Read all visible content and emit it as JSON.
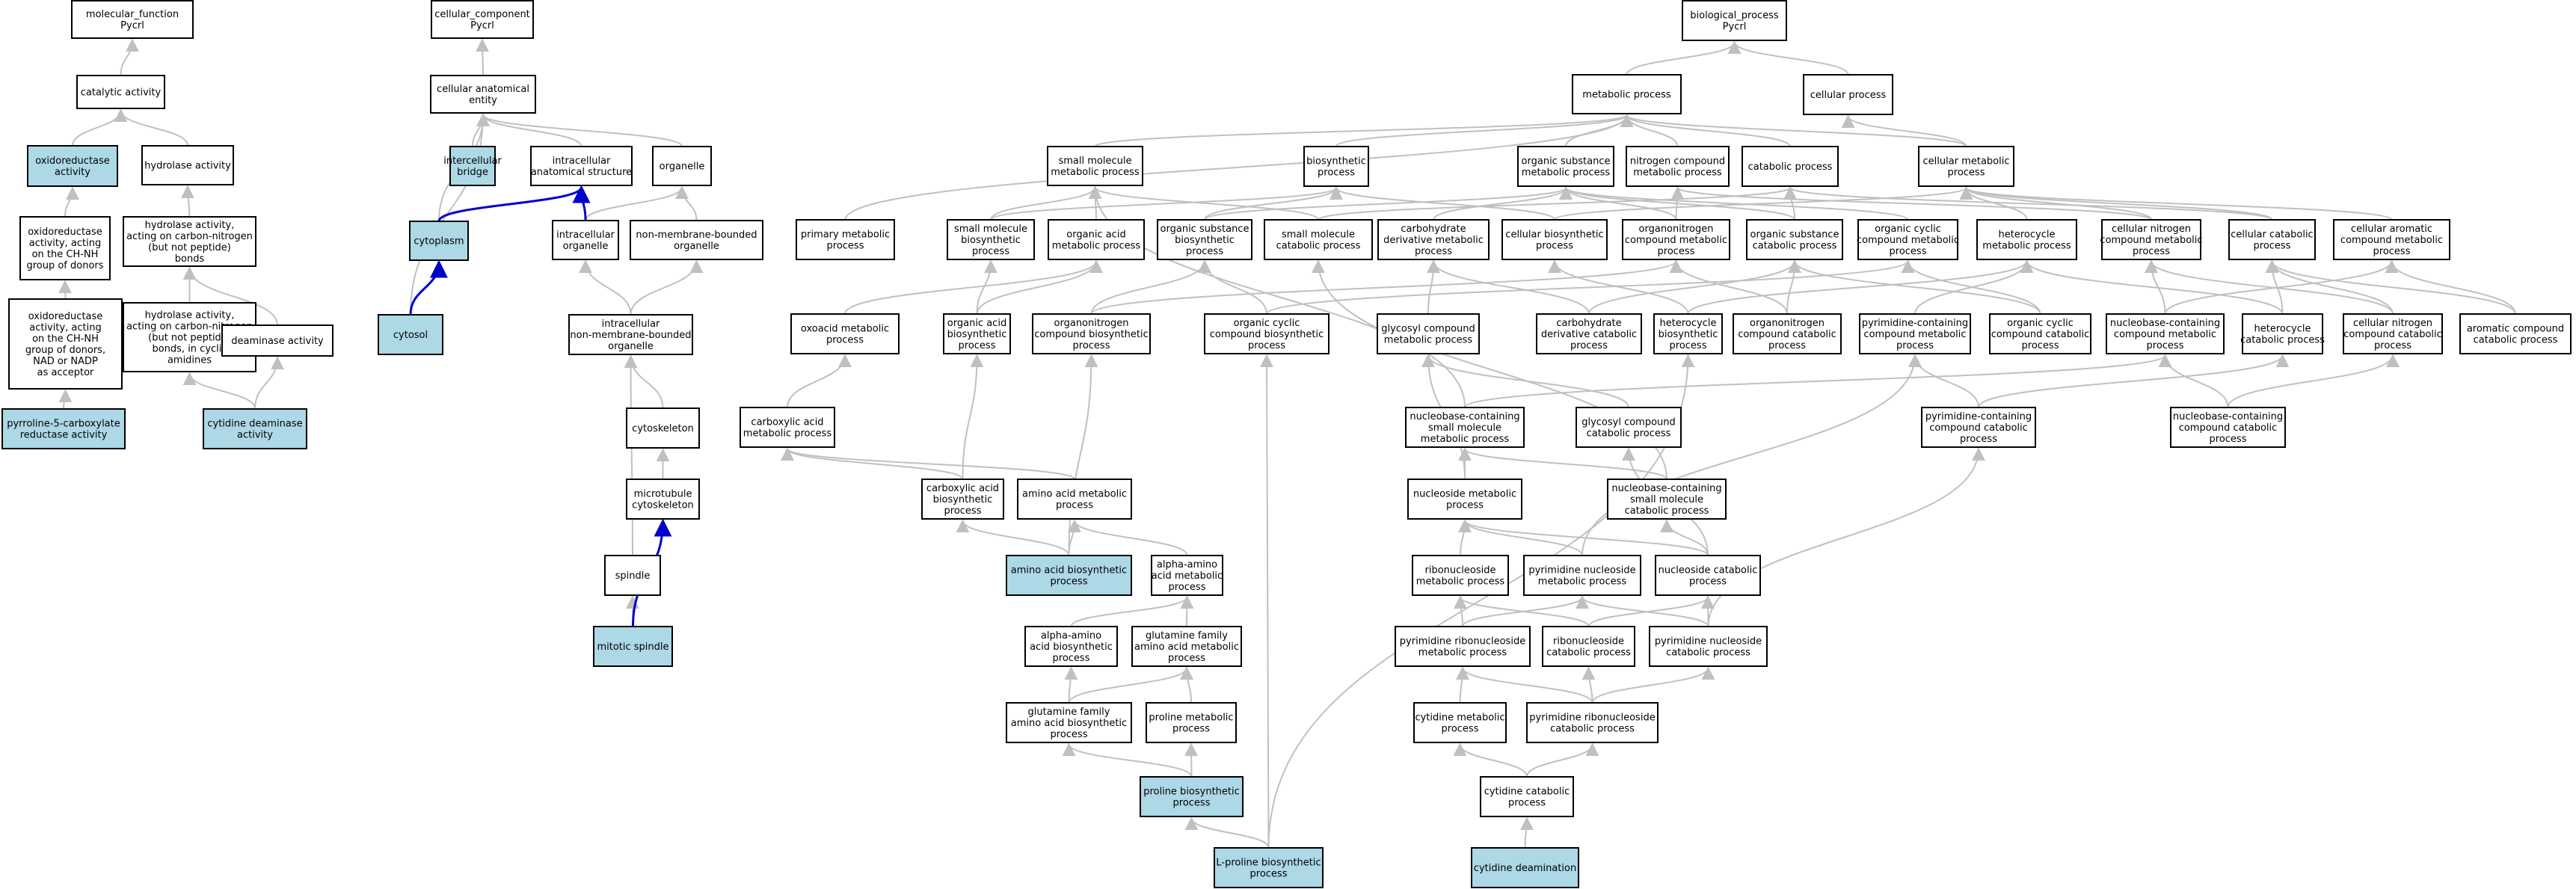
{
  "colors": {
    "highlight": "#add8e6",
    "plain": "#ffffff",
    "edge": "#c0c0c0",
    "blue_edge": "#0000cc"
  },
  "nodes": [
    {
      "id": "mf",
      "lines": [
        "molecular_function",
        "Pycrl"
      ],
      "hl": false
    },
    {
      "id": "cat",
      "lines": [
        "catalytic activity"
      ],
      "hl": false
    },
    {
      "id": "oxr",
      "lines": [
        "oxidoreductase",
        "activity"
      ],
      "hl": true
    },
    {
      "id": "hyd",
      "lines": [
        "hydrolase activity"
      ],
      "hl": false
    },
    {
      "id": "oxch",
      "lines": [
        "oxidoreductase",
        "activity, acting",
        "on the CH-NH",
        "group of donors"
      ],
      "hl": false
    },
    {
      "id": "hydcn",
      "lines": [
        "hydrolase activity,",
        "acting on carbon-nitrogen",
        "(but not peptide)",
        "bonds"
      ],
      "hl": false
    },
    {
      "id": "oxnad",
      "lines": [
        "oxidoreductase",
        "activity, acting",
        "on the CH-NH",
        "group of donors,",
        "NAD or NADP",
        "as acceptor"
      ],
      "hl": false
    },
    {
      "id": "hydcyc",
      "lines": [
        "hydrolase activity,",
        "acting on carbon-nitrogen",
        "(but not peptide)",
        "bonds, in cyclic",
        "amidines"
      ],
      "hl": false
    },
    {
      "id": "deam",
      "lines": [
        "deaminase activity"
      ],
      "hl": false
    },
    {
      "id": "p5cr",
      "lines": [
        "pyrroline-5-carboxylate",
        "reductase activity"
      ],
      "hl": true
    },
    {
      "id": "cdaact",
      "lines": [
        "cytidine deaminase",
        "activity"
      ],
      "hl": true
    },
    {
      "id": "cc",
      "lines": [
        "cellular_component",
        "Pycrl"
      ],
      "hl": false
    },
    {
      "id": "cae",
      "lines": [
        "cellular anatomical",
        "entity"
      ],
      "hl": false
    },
    {
      "id": "icb",
      "lines": [
        "intercellular",
        "bridge"
      ],
      "hl": true
    },
    {
      "id": "ias",
      "lines": [
        "intracellular",
        "anatomical structure"
      ],
      "hl": false
    },
    {
      "id": "org",
      "lines": [
        "organelle"
      ],
      "hl": false
    },
    {
      "id": "cyt",
      "lines": [
        "cytoplasm"
      ],
      "hl": true
    },
    {
      "id": "io",
      "lines": [
        "intracellular",
        "organelle"
      ],
      "hl": false
    },
    {
      "id": "nmbo",
      "lines": [
        "non-membrane-bounded",
        "organelle"
      ],
      "hl": false
    },
    {
      "id": "cytosol",
      "lines": [
        "cytosol"
      ],
      "hl": true
    },
    {
      "id": "inmbo",
      "lines": [
        "intracellular",
        "non-membrane-bounded",
        "organelle"
      ],
      "hl": false
    },
    {
      "id": "cytosk",
      "lines": [
        "cytoskeleton"
      ],
      "hl": false
    },
    {
      "id": "mtc",
      "lines": [
        "microtubule",
        "cytoskeleton"
      ],
      "hl": false
    },
    {
      "id": "spindle",
      "lines": [
        "spindle"
      ],
      "hl": false
    },
    {
      "id": "mspindle",
      "lines": [
        "mitotic spindle"
      ],
      "hl": true
    },
    {
      "id": "bp",
      "lines": [
        "biological_process",
        "Pycrl"
      ],
      "hl": false
    },
    {
      "id": "mp",
      "lines": [
        "metabolic process"
      ],
      "hl": false
    },
    {
      "id": "cp",
      "lines": [
        "cellular process"
      ],
      "hl": false
    },
    {
      "id": "smmp",
      "lines": [
        "small molecule",
        "metabolic process"
      ],
      "hl": false
    },
    {
      "id": "bio",
      "lines": [
        "biosynthetic",
        "process"
      ],
      "hl": false
    },
    {
      "id": "osmp",
      "lines": [
        "organic substance",
        "metabolic process"
      ],
      "hl": false
    },
    {
      "id": "ncmp",
      "lines": [
        "nitrogen compound",
        "metabolic process"
      ],
      "hl": false
    },
    {
      "id": "catp",
      "lines": [
        "catabolic process"
      ],
      "hl": false
    },
    {
      "id": "cmp",
      "lines": [
        "cellular metabolic",
        "process"
      ],
      "hl": false
    },
    {
      "id": "pmp",
      "lines": [
        "primary metabolic",
        "process"
      ],
      "hl": false
    },
    {
      "id": "smbp",
      "lines": [
        "small molecule",
        "biosynthetic",
        "process"
      ],
      "hl": false
    },
    {
      "id": "oamp",
      "lines": [
        "organic acid",
        "metabolic process"
      ],
      "hl": false
    },
    {
      "id": "osbp",
      "lines": [
        "organic substance",
        "biosynthetic",
        "process"
      ],
      "hl": false
    },
    {
      "id": "smcp",
      "lines": [
        "small molecule",
        "catabolic process"
      ],
      "hl": false
    },
    {
      "id": "cdmp",
      "lines": [
        "carbohydrate",
        "derivative metabolic",
        "process"
      ],
      "hl": false
    },
    {
      "id": "cbp",
      "lines": [
        "cellular biosynthetic",
        "process"
      ],
      "hl": false
    },
    {
      "id": "oncmp",
      "lines": [
        "organonitrogen",
        "compound metabolic",
        "process"
      ],
      "hl": false
    },
    {
      "id": "oscp",
      "lines": [
        "organic substance",
        "catabolic process"
      ],
      "hl": false
    },
    {
      "id": "occmp",
      "lines": [
        "organic cyclic",
        "compound metabolic",
        "process"
      ],
      "hl": false
    },
    {
      "id": "hcmp",
      "lines": [
        "heterocycle",
        "metabolic process"
      ],
      "hl": false
    },
    {
      "id": "cncmp",
      "lines": [
        "cellular nitrogen",
        "compound metabolic",
        "process"
      ],
      "hl": false
    },
    {
      "id": "ccp",
      "lines": [
        "cellular catabolic",
        "process"
      ],
      "hl": false
    },
    {
      "id": "cacmp",
      "lines": [
        "cellular aromatic",
        "compound metabolic",
        "process"
      ],
      "hl": false
    },
    {
      "id": "oxmp",
      "lines": [
        "oxoacid metabolic",
        "process"
      ],
      "hl": false
    },
    {
      "id": "oabp",
      "lines": [
        "organic acid",
        "biosynthetic",
        "process"
      ],
      "hl": false
    },
    {
      "id": "oncbp",
      "lines": [
        "organonitrogen",
        "compound biosynthetic",
        "process"
      ],
      "hl": false
    },
    {
      "id": "occbp",
      "lines": [
        "organic cyclic",
        "compound biosynthetic",
        "process"
      ],
      "hl": false
    },
    {
      "id": "gcmp",
      "lines": [
        "glycosyl compound",
        "metabolic process"
      ],
      "hl": false
    },
    {
      "id": "cdcp",
      "lines": [
        "carbohydrate",
        "derivative catabolic",
        "process"
      ],
      "hl": false
    },
    {
      "id": "hbp",
      "lines": [
        "heterocycle",
        "biosynthetic",
        "process"
      ],
      "hl": false
    },
    {
      "id": "onccp",
      "lines": [
        "organonitrogen",
        "compound catabolic",
        "process"
      ],
      "hl": false
    },
    {
      "id": "pycmp",
      "lines": [
        "pyrimidine-containing",
        "compound metabolic",
        "process"
      ],
      "hl": false
    },
    {
      "id": "occcp",
      "lines": [
        "organic cyclic",
        "compound catabolic",
        "process"
      ],
      "hl": false
    },
    {
      "id": "nbcmp",
      "lines": [
        "nucleobase-containing",
        "compound metabolic",
        "process"
      ],
      "hl": false
    },
    {
      "id": "hcp",
      "lines": [
        "heterocycle",
        "catabolic process"
      ],
      "hl": false
    },
    {
      "id": "cnccp",
      "lines": [
        "cellular nitrogen",
        "compound catabolic",
        "process"
      ],
      "hl": false
    },
    {
      "id": "acccp",
      "lines": [
        "aromatic compound",
        "catabolic process"
      ],
      "hl": false
    },
    {
      "id": "camp",
      "lines": [
        "carboxylic acid",
        "metabolic process"
      ],
      "hl": false
    },
    {
      "id": "nbsmmp",
      "lines": [
        "nucleobase-containing",
        "small molecule",
        "metabolic process"
      ],
      "hl": false
    },
    {
      "id": "gccp",
      "lines": [
        "glycosyl compound",
        "catabolic process"
      ],
      "hl": false
    },
    {
      "id": "pyccp",
      "lines": [
        "pyrimidine-containing",
        "compound catabolic",
        "process"
      ],
      "hl": false
    },
    {
      "id": "nbccp",
      "lines": [
        "nucleobase-containing",
        "compound catabolic",
        "process"
      ],
      "hl": false
    },
    {
      "id": "cabp",
      "lines": [
        "carboxylic acid",
        "biosynthetic",
        "process"
      ],
      "hl": false
    },
    {
      "id": "aamp",
      "lines": [
        "amino acid metabolic",
        "process"
      ],
      "hl": false
    },
    {
      "id": "nsmp",
      "lines": [
        "nucleoside metabolic",
        "process"
      ],
      "hl": false
    },
    {
      "id": "nbsmcp",
      "lines": [
        "nucleobase-containing",
        "small molecule",
        "catabolic process"
      ],
      "hl": false
    },
    {
      "id": "aabp",
      "lines": [
        "amino acid biosynthetic",
        "process"
      ],
      "hl": true
    },
    {
      "id": "aaamp",
      "lines": [
        "alpha-amino",
        "acid metabolic",
        "process"
      ],
      "hl": false
    },
    {
      "id": "rnmp",
      "lines": [
        "ribonucleoside",
        "metabolic process"
      ],
      "hl": false
    },
    {
      "id": "pnmp",
      "lines": [
        "pyrimidine nucleoside",
        "metabolic process"
      ],
      "hl": false
    },
    {
      "id": "ncp",
      "lines": [
        "nucleoside catabolic",
        "process"
      ],
      "hl": false
    },
    {
      "id": "aaabp",
      "lines": [
        "alpha-amino",
        "acid biosynthetic",
        "process"
      ],
      "hl": false
    },
    {
      "id": "gfamp",
      "lines": [
        "glutamine family",
        "amino acid metabolic",
        "process"
      ],
      "hl": false
    },
    {
      "id": "prmp",
      "lines": [
        "pyrimidine ribonucleoside",
        "metabolic process"
      ],
      "hl": false
    },
    {
      "id": "rncp",
      "lines": [
        "ribonucleoside",
        "catabolic process"
      ],
      "hl": false
    },
    {
      "id": "pncp",
      "lines": [
        "pyrimidine nucleoside",
        "catabolic process"
      ],
      "hl": false
    },
    {
      "id": "gfabp",
      "lines": [
        "glutamine family",
        "amino acid biosynthetic",
        "process"
      ],
      "hl": false
    },
    {
      "id": "promp",
      "lines": [
        "proline metabolic",
        "process"
      ],
      "hl": false
    },
    {
      "id": "cymp",
      "lines": [
        "cytidine metabolic",
        "process"
      ],
      "hl": false
    },
    {
      "id": "prcp",
      "lines": [
        "pyrimidine ribonucleoside",
        "catabolic process"
      ],
      "hl": false
    },
    {
      "id": "probp",
      "lines": [
        "proline biosynthetic",
        "process"
      ],
      "hl": true
    },
    {
      "id": "cycp",
      "lines": [
        "cytidine catabolic",
        "process"
      ],
      "hl": false
    },
    {
      "id": "lprobp",
      "lines": [
        "L-proline biosynthetic",
        "process"
      ],
      "hl": true
    },
    {
      "id": "cydeam",
      "lines": [
        "cytidine deamination"
      ],
      "hl": true
    }
  ],
  "edges": [
    [
      "cat",
      "mf"
    ],
    [
      "oxr",
      "cat"
    ],
    [
      "hyd",
      "cat"
    ],
    [
      "oxch",
      "oxr"
    ],
    [
      "hydcn",
      "hyd"
    ],
    [
      "oxnad",
      "oxch"
    ],
    [
      "hydcyc",
      "hydcn"
    ],
    [
      "deam",
      "hydcn"
    ],
    [
      "p5cr",
      "oxnad"
    ],
    [
      "cdaact",
      "hydcyc"
    ],
    [
      "cdaact",
      "deam"
    ],
    [
      "cae",
      "cc"
    ],
    [
      "icb",
      "cae"
    ],
    [
      "ias",
      "cae"
    ],
    [
      "org",
      "cae"
    ],
    [
      "cyt",
      "cae"
    ],
    [
      "io",
      "ias"
    ],
    [
      "io",
      "org"
    ],
    [
      "nmbo",
      "org"
    ],
    [
      "cytosol",
      "cae"
    ],
    [
      "inmbo",
      "io"
    ],
    [
      "inmbo",
      "nmbo"
    ],
    [
      "cytosk",
      "inmbo"
    ],
    [
      "mtc",
      "cytosk"
    ],
    [
      "spindle",
      "inmbo"
    ],
    [
      "mspindle",
      "spindle"
    ],
    [
      "mp",
      "bp"
    ],
    [
      "cp",
      "bp"
    ],
    [
      "smmp",
      "mp"
    ],
    [
      "bio",
      "mp"
    ],
    [
      "osmp",
      "mp"
    ],
    [
      "ncmp",
      "mp"
    ],
    [
      "catp",
      "mp"
    ],
    [
      "cmp",
      "mp"
    ],
    [
      "cmp",
      "cp"
    ],
    [
      "pmp",
      "mp"
    ],
    [
      "smbp",
      "smmp"
    ],
    [
      "smbp",
      "bio"
    ],
    [
      "oamp",
      "smmp"
    ],
    [
      "osbp",
      "osmp"
    ],
    [
      "osbp",
      "bio"
    ],
    [
      "smcp",
      "smmp"
    ],
    [
      "smcp",
      "catp"
    ],
    [
      "cdmp",
      "osmp"
    ],
    [
      "cbp",
      "bio"
    ],
    [
      "cbp",
      "cmp"
    ],
    [
      "oncmp",
      "osmp"
    ],
    [
      "oncmp",
      "ncmp"
    ],
    [
      "oscp",
      "osmp"
    ],
    [
      "oscp",
      "catp"
    ],
    [
      "occmp",
      "osmp"
    ],
    [
      "hcmp",
      "cmp"
    ],
    [
      "cncmp",
      "ncmp"
    ],
    [
      "cncmp",
      "cmp"
    ],
    [
      "ccp",
      "catp"
    ],
    [
      "ccp",
      "cmp"
    ],
    [
      "cacmp",
      "cmp"
    ],
    [
      "oxmp",
      "oamp"
    ],
    [
      "oabp",
      "oamp"
    ],
    [
      "oabp",
      "smbp"
    ],
    [
      "oncbp",
      "oncmp"
    ],
    [
      "oncbp",
      "osbp"
    ],
    [
      "occbp",
      "occmp"
    ],
    [
      "occbp",
      "osbp"
    ],
    [
      "gcmp",
      "cdmp"
    ],
    [
      "cdcp",
      "cdmp"
    ],
    [
      "cdcp",
      "oscp"
    ],
    [
      "hbp",
      "hcmp"
    ],
    [
      "hbp",
      "cbp"
    ],
    [
      "onccp",
      "oncmp"
    ],
    [
      "onccp",
      "oscp"
    ],
    [
      "pycmp",
      "hcmp"
    ],
    [
      "occcp",
      "occmp"
    ],
    [
      "occcp",
      "oscp"
    ],
    [
      "nbcmp",
      "cncmp"
    ],
    [
      "nbcmp",
      "cacmp"
    ],
    [
      "hcp",
      "hcmp"
    ],
    [
      "hcp",
      "ccp"
    ],
    [
      "cnccp",
      "cncmp"
    ],
    [
      "cnccp",
      "ccp"
    ],
    [
      "acccp",
      "cacmp"
    ],
    [
      "acccp",
      "ccp"
    ],
    [
      "camp",
      "oxmp"
    ],
    [
      "nbsmmp",
      "nbcmp"
    ],
    [
      "nbsmmp",
      "smmp"
    ],
    [
      "gccp",
      "gcmp"
    ],
    [
      "pyccp",
      "pycmp"
    ],
    [
      "pyccp",
      "hcp"
    ],
    [
      "nbccp",
      "nbcmp"
    ],
    [
      "nbccp",
      "cnccp"
    ],
    [
      "cabp",
      "camp"
    ],
    [
      "cabp",
      "oabp"
    ],
    [
      "aamp",
      "camp"
    ],
    [
      "nsmp",
      "nbsmmp"
    ],
    [
      "nsmp",
      "gcmp"
    ],
    [
      "nbsmcp",
      "nbsmmp"
    ],
    [
      "nbsmcp",
      "smcp"
    ],
    [
      "aabp",
      "aamp"
    ],
    [
      "aabp",
      "cabp"
    ],
    [
      "aabp",
      "oncbp"
    ],
    [
      "aaamp",
      "aamp"
    ],
    [
      "rnmp",
      "nsmp"
    ],
    [
      "pnmp",
      "nsmp"
    ],
    [
      "pnmp",
      "pycmp"
    ],
    [
      "ncp",
      "nsmp"
    ],
    [
      "ncp",
      "nbsmcp"
    ],
    [
      "ncp",
      "gccp"
    ],
    [
      "aaabp",
      "aaamp"
    ],
    [
      "gfamp",
      "aaamp"
    ],
    [
      "prmp",
      "rnmp"
    ],
    [
      "prmp",
      "pnmp"
    ],
    [
      "rncp",
      "rnmp"
    ],
    [
      "rncp",
      "ncp"
    ],
    [
      "pncp",
      "pnmp"
    ],
    [
      "pncp",
      "ncp"
    ],
    [
      "pncp",
      "pyccp"
    ],
    [
      "gfabp",
      "aaabp"
    ],
    [
      "gfabp",
      "gfamp"
    ],
    [
      "promp",
      "gfamp"
    ],
    [
      "cymp",
      "prmp"
    ],
    [
      "prcp",
      "prmp"
    ],
    [
      "prcp",
      "rncp"
    ],
    [
      "prcp",
      "pncp"
    ],
    [
      "probp",
      "promp"
    ],
    [
      "probp",
      "gfabp"
    ],
    [
      "cycp",
      "cymp"
    ],
    [
      "cycp",
      "prcp"
    ],
    [
      "lprobp",
      "probp"
    ],
    [
      "lprobp",
      "occbp"
    ],
    [
      "lprobp",
      "hbp"
    ],
    [
      "cydeam",
      "cycp"
    ]
  ],
  "blue_edges": [
    [
      "cyt",
      "ias"
    ],
    [
      "io",
      "ias"
    ],
    [
      "cytosol",
      "cyt"
    ],
    [
      "mspindle",
      "mtc"
    ]
  ]
}
